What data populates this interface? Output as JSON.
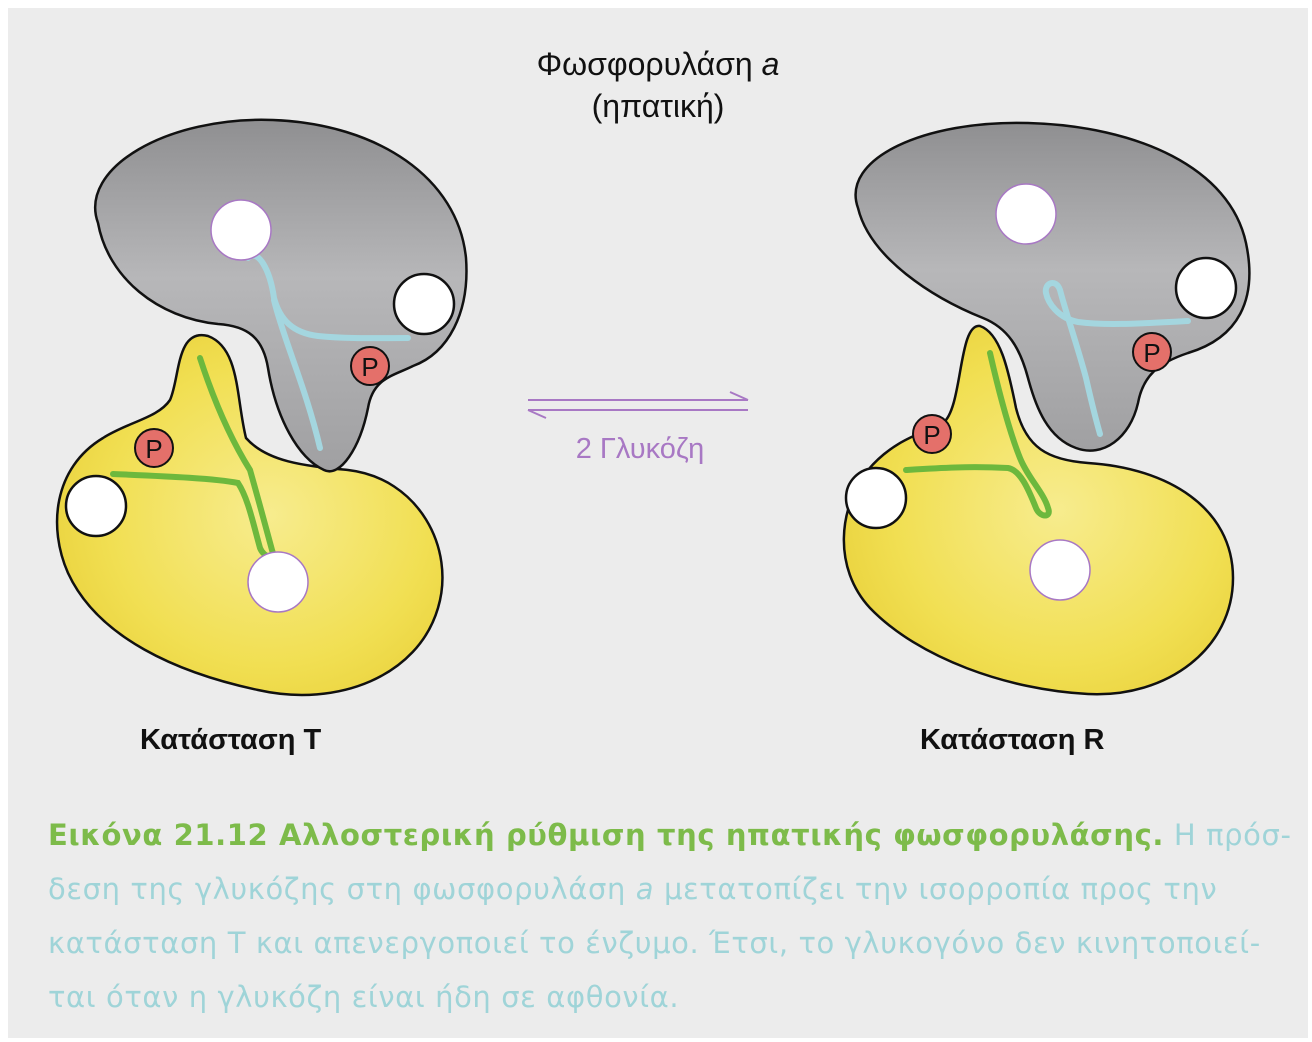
{
  "title": {
    "line1_text": "Φωσφορυλάση",
    "line1_italic": "a",
    "line2": "(ηπατική)"
  },
  "arrow_label": "2 Γλυκόζη",
  "phosphate_label": "P",
  "states": {
    "t_label": "Κατάσταση T",
    "r_label": "Κατάσταση R"
  },
  "caption": {
    "lead": "Εικόνα 21.12 Αλλοστερική ρύθμιση της ηπατικής φωσφορυλάσης.",
    "line1_rest": "Η πρόσ-",
    "line2_a": "δεση της γλυκόζης στη φωσφορυλάση",
    "line2_italic": "a",
    "line2_b": "μετατοπίζει την ισορροπία προς την",
    "line3": "κατάσταση T και απενεργοποιεί το ένζυμο. Έτσι, το γλυκογόνο δεν κινητοποιεί-",
    "line4": "ται όταν η γλυκόζη είναι ήδη σε αφθονία."
  },
  "colors": {
    "background": "#ececec",
    "gray_subunit": "#b2b2b4",
    "yellow_subunit": "#f1df52",
    "green_line": "#6db83d",
    "blue_line": "#a4d6df",
    "phosphate_fill": "#e4706a",
    "arrow": "#a878c4",
    "caption_lead": "#7dbb4a",
    "caption_text": "#9fd4d8"
  }
}
